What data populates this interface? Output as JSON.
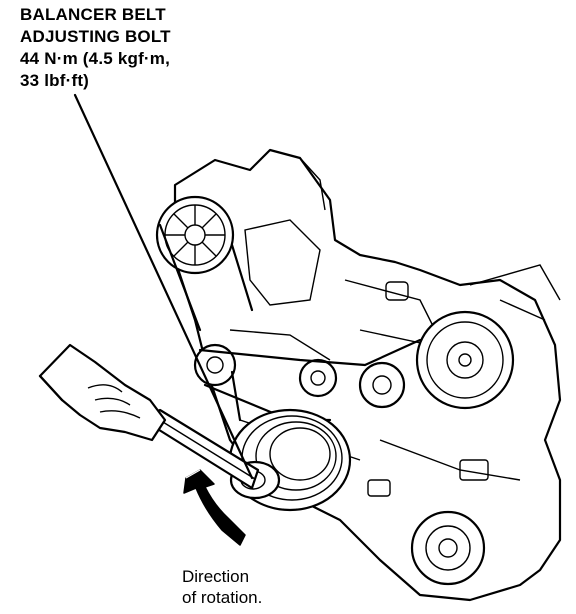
{
  "callout": {
    "line1": "BALANCER BELT",
    "line2": "ADJUSTING BOLT",
    "line3": "44 N·m (4.5 kgf·m,",
    "line4": "33 lbf·ft)"
  },
  "rotation_label": {
    "line1": "Direction",
    "line2": "of rotation."
  }
}
